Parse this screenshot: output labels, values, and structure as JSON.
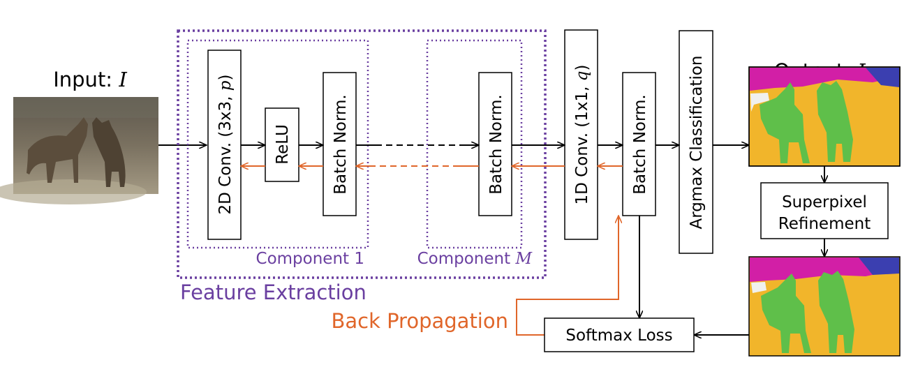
{
  "input": {
    "label": "Input: ",
    "symbol": "I"
  },
  "output": {
    "label": "Output: ",
    "symbol": "L"
  },
  "feature_extraction": {
    "label": "Feature Extraction"
  },
  "component1": {
    "label": "Component 1"
  },
  "componentM": {
    "label": "Component ",
    "symbol": "M"
  },
  "blocks": {
    "conv2d": {
      "label": "2D Conv. (3x3, ",
      "symbol": "p",
      "close": ")"
    },
    "relu": {
      "label": "ReLU"
    },
    "bn1": {
      "label": "Batch Norm."
    },
    "bnM": {
      "label": "Batch Norm."
    },
    "conv1d": {
      "label": "1D Conv. (1x1, ",
      "symbol": "q",
      "close": ")"
    },
    "bn_final": {
      "label": "Batch Norm."
    },
    "argmax": {
      "label": "Argmax Classification"
    },
    "superpixel": {
      "line1": "Superpixel",
      "line2": "Refinement"
    },
    "softmax": {
      "label": "Softmax Loss"
    }
  },
  "back_propagation": {
    "label": "Back Propagation"
  },
  "colors": {
    "purple": "#6a3fa0",
    "orange": "#e0662a",
    "label_green": "#5fbf4a",
    "label_yellow": "#f1b52b",
    "label_magenta": "#d21fa6",
    "label_blue": "#3b3fb0"
  }
}
